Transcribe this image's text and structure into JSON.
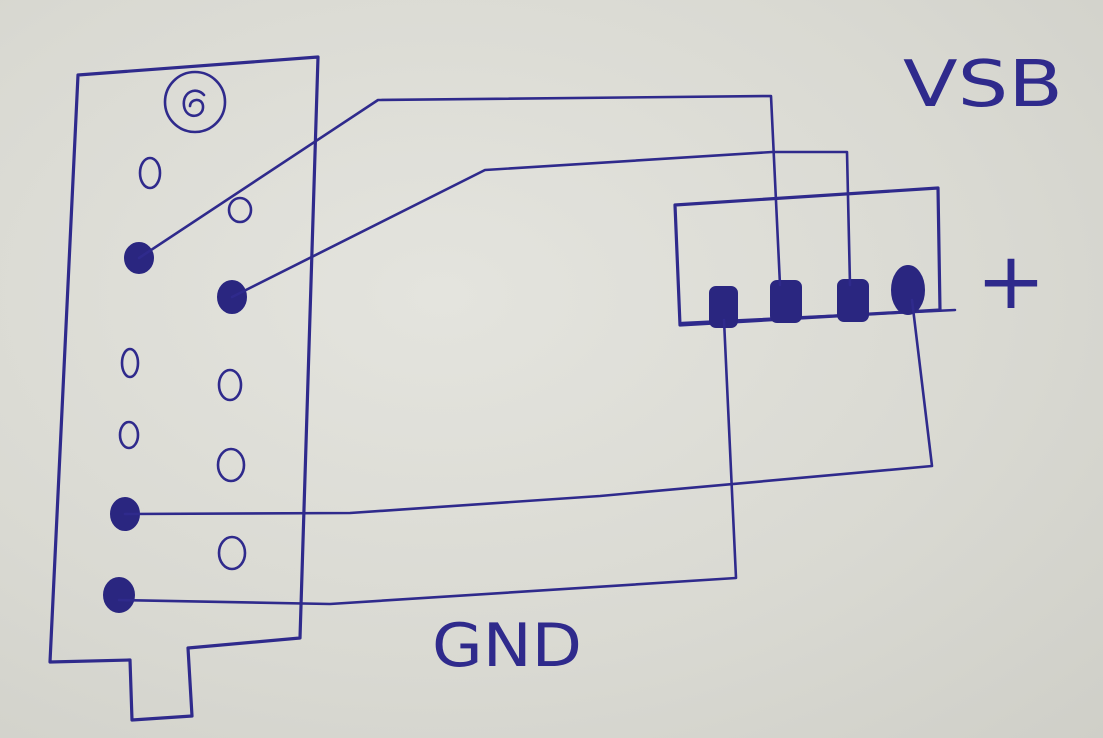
{
  "labels": {
    "usb": "VSB",
    "plus": "+",
    "gnd": "GND"
  },
  "colors": {
    "ink": "#2f2a8c",
    "paper": "#dcdcd6"
  },
  "pins": {
    "left_column_filled": 3,
    "right_column_filled": 1,
    "usb_connector_pins": 4
  }
}
